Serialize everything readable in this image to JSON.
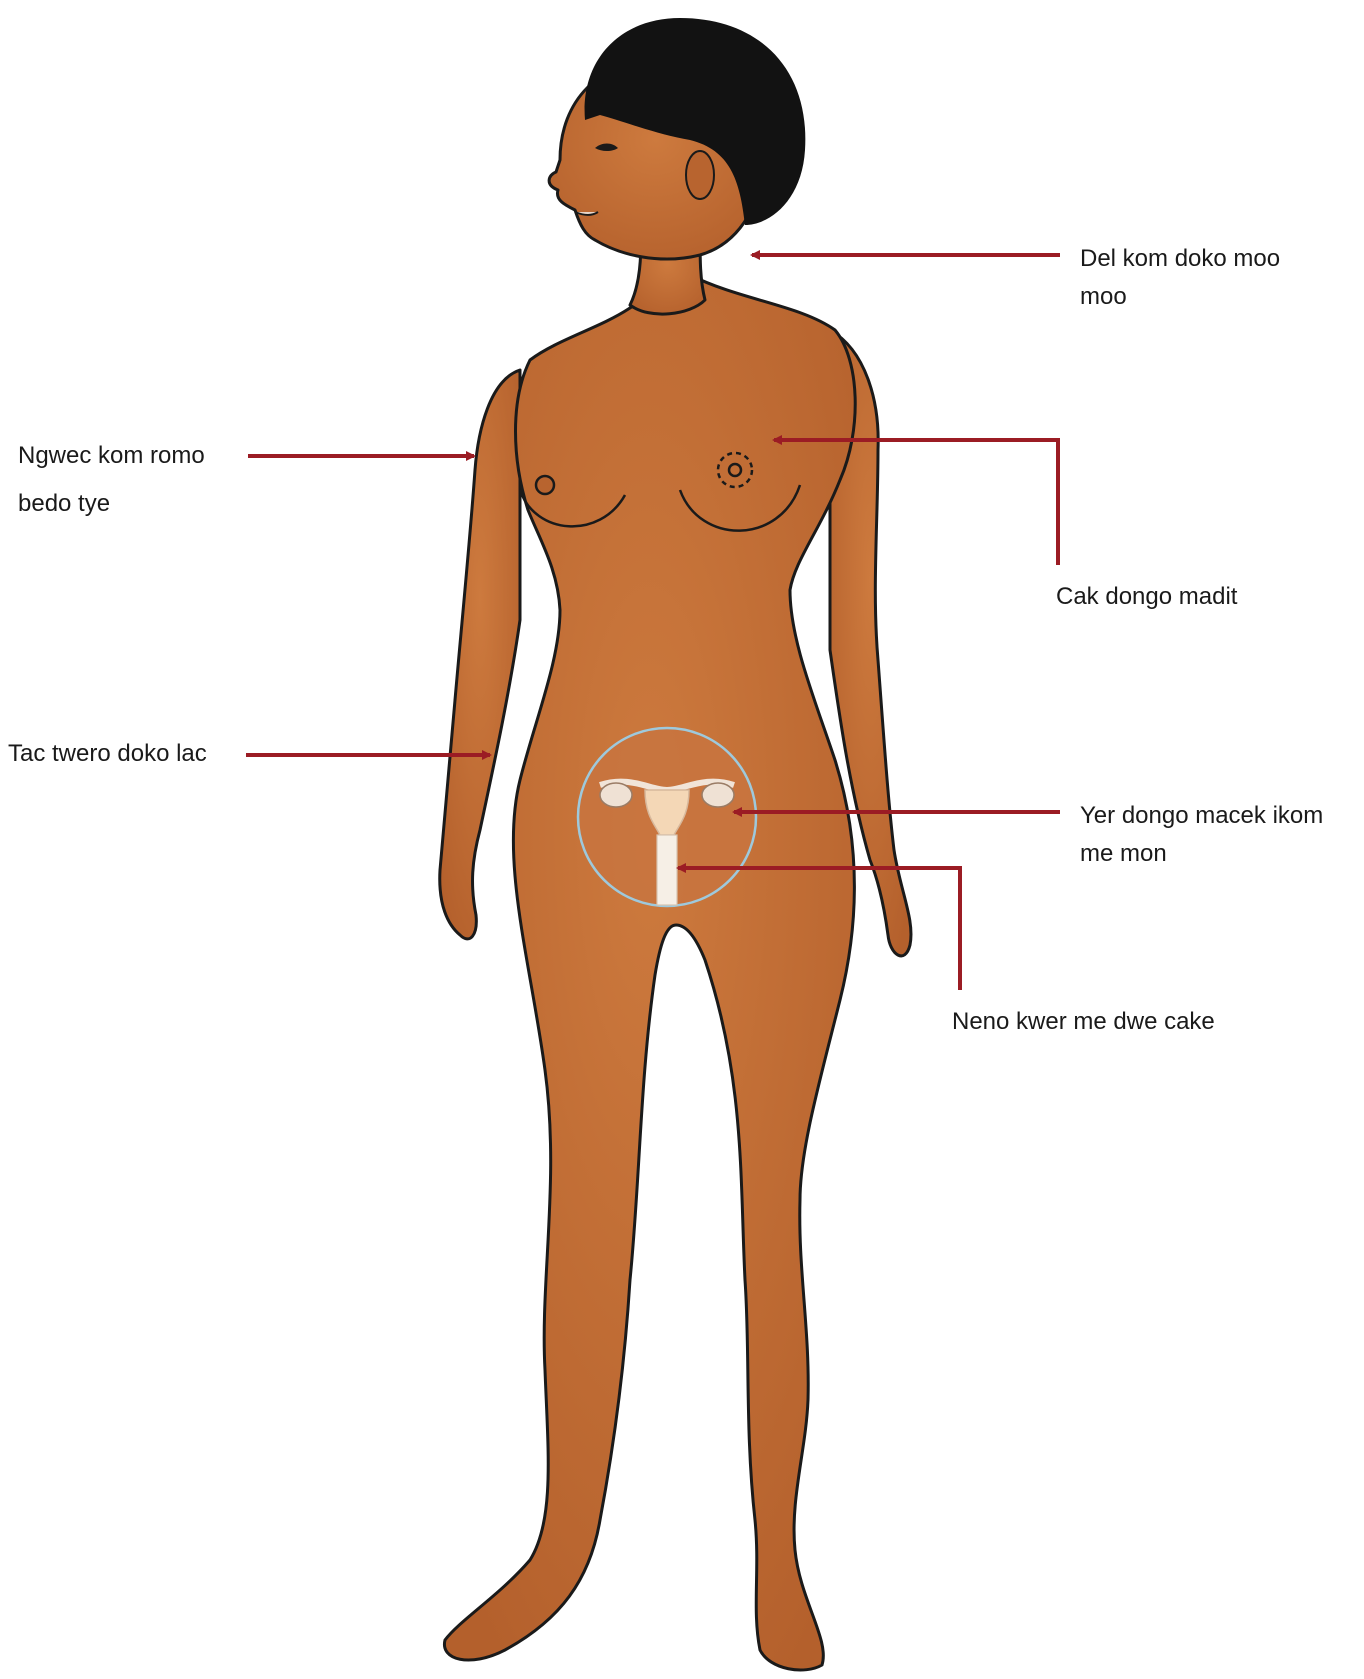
{
  "labels": {
    "neck": {
      "line1": "Del kom doko moo",
      "line2": "moo"
    },
    "armpit": {
      "line1": "Ngwec kom romo",
      "line2": "bedo tye"
    },
    "breast": {
      "line1": "Cak dongo madit"
    },
    "hips": {
      "line1": "Tac twero doko lac"
    },
    "ovaries": {
      "line1": "Yer dongo macek ikom",
      "line2": "me mon"
    },
    "uterus": {
      "line1": "Neno kwer me dwe cake"
    }
  },
  "icons": {
    "figure": "female-body-illustration",
    "inset": "reproductive-organs-icon"
  },
  "colors": {
    "skin": "#c26a34",
    "arrow": "#9b1c24",
    "inset_ring": "#9ec9dc"
  }
}
